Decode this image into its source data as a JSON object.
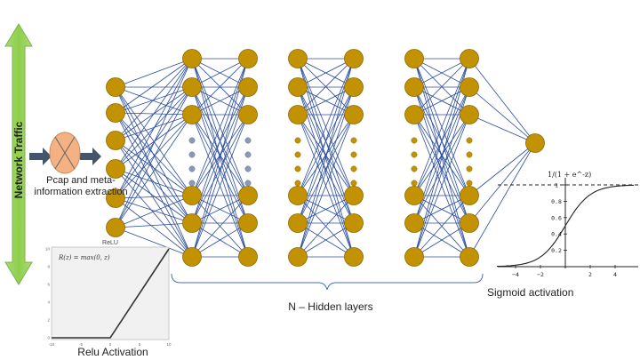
{
  "labels": {
    "network_traffic": "Network Traffic",
    "pcap": "Pcap and meta-information extraction",
    "hidden_layers": "N – Hidden layers",
    "sigmoid": "Sigmoid activation",
    "relu": "Relu Activation"
  },
  "relu_plot": {
    "title": "ReLU",
    "formula": "R(z) = max(0, z)",
    "x_ticks": [
      "-10",
      "-5",
      "0",
      "5",
      "10"
    ],
    "y_ticks": [
      "0",
      "2",
      "4",
      "6",
      "8",
      "10"
    ]
  },
  "sigmoid_plot": {
    "formula": "1/(1 + e^-z)",
    "x_ticks": [
      "-4",
      "-2",
      "2",
      "4"
    ],
    "y_ticks": [
      "0.2",
      "0.4",
      "0.6",
      "0.8",
      "1"
    ]
  },
  "colors": {
    "neuron": "#c39202",
    "neuron_stroke": "#8a6a00",
    "edge": "#2b4ca0",
    "dot_blue": "#8d99b8",
    "arrow_green": "#92d050",
    "arrow_dark": "#44546a",
    "extractor": "#f4b183"
  }
}
